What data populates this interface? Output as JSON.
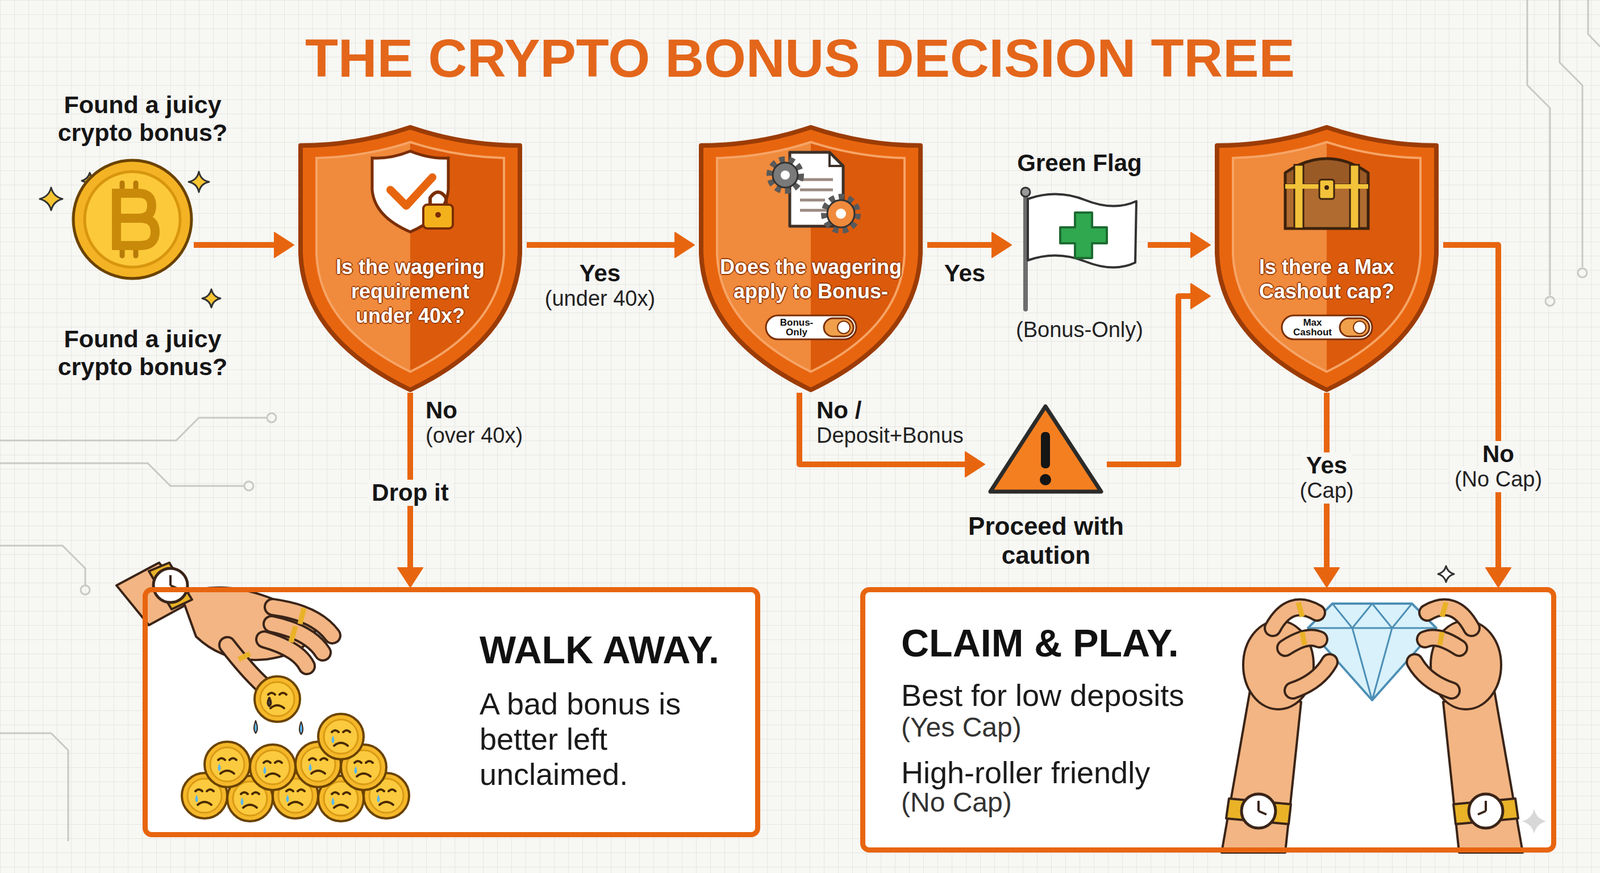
{
  "diagram": {
    "title": "THE CRYPTO BONUS DECISION TREE",
    "nodes": [
      {
        "text": [
          "Found a juicy crypto bonus?",
          "Found a juicy crypto bonus?"
        ]
      },
      {
        "text": [
          "Is the wagering requirement under 40x?"
        ]
      },
      {
        "text": [
          "Does the wagering apply to Bonus-"
        ]
      },
      {
        "text": [
          "Bonus-Only"
        ],
        "in": 2
      },
      {
        "text": [
          "Green Flag",
          "(Bonus-Only)"
        ]
      },
      {
        "text": [
          "Is there a Max Cashout cap?"
        ]
      },
      {
        "text": [
          "Max Cashout"
        ],
        "in": 5
      },
      {
        "text": [
          "Proceed with caution"
        ]
      },
      {
        "text": [
          "WALK AWAY.",
          "A bad bonus is better left unclaimed."
        ]
      },
      {
        "text": [
          "CLAIM & PLAY.",
          "Best for low deposits",
          "(Yes Cap)",
          "High-roller friendly",
          "(No Cap)"
        ]
      }
    ],
    "edges": [
      {
        "from": 0,
        "to": 1,
        "arrow": "to"
      },
      {
        "from": 1,
        "to": 2,
        "label": "Yes",
        "arrow": "to"
      },
      {
        "from": 2,
        "to": 4,
        "label": "Yes",
        "arrow": "to"
      },
      {
        "from": 4,
        "to": 5,
        "arrow": "to"
      },
      {
        "from": 2,
        "to": 7,
        "label": "No /",
        "arrow": "to"
      },
      {
        "from": 7,
        "to": 5,
        "arrow": "to"
      },
      {
        "from": 1,
        "to": 8,
        "label": "No",
        "arrow": "to"
      },
      {
        "from": 5,
        "to": 9,
        "label": "Yes",
        "arrow": "to"
      },
      {
        "from": 5,
        "to": 9,
        "label": "No",
        "arrow": "to"
      }
    ],
    "labels": [
      "(under 40x)",
      "Deposit+Bonus",
      "(over 40x)",
      "Drop it",
      "(Cap)",
      "(No Cap)"
    ]
  }
}
